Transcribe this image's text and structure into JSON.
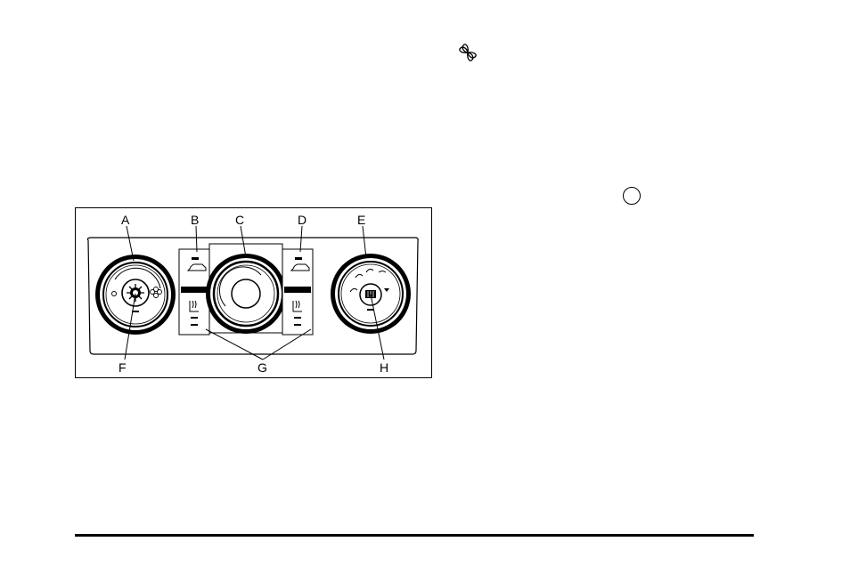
{
  "symbols": {
    "fan_icon": "fan-icon",
    "circle_icon": "circle-icon"
  },
  "figure": {
    "callouts": {
      "a": "A",
      "b": "B",
      "c": "C",
      "d": "D",
      "e": "E",
      "f": "F",
      "g": "G",
      "h": "H"
    }
  }
}
